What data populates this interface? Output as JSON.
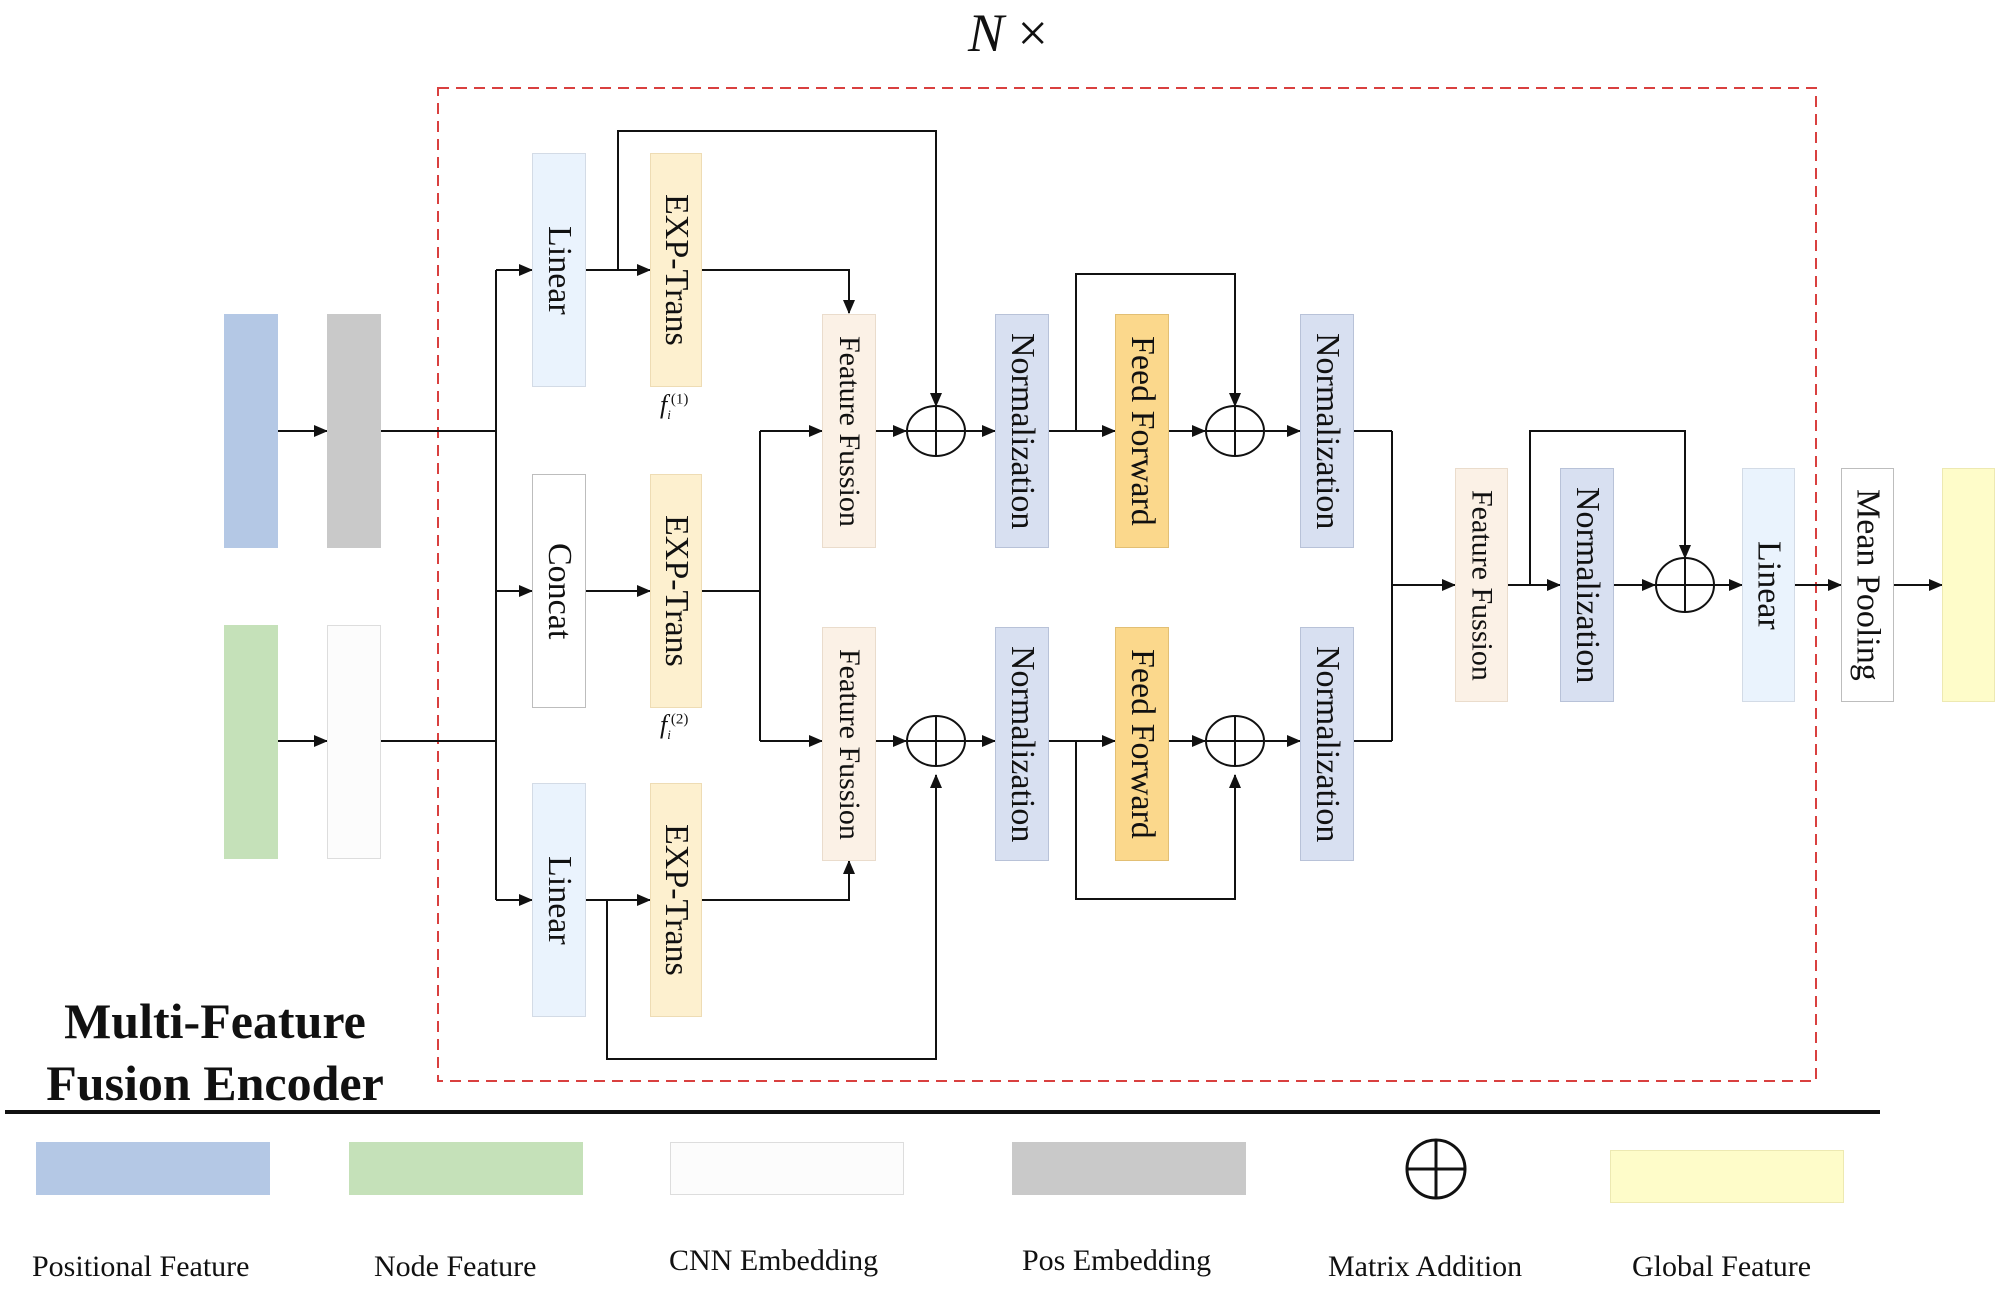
{
  "header": {
    "repeat_symbol": "N",
    "repeat_times": "×"
  },
  "title_line1": "Multi-Feature",
  "title_line2": "Fusion Encoder",
  "inputs": {
    "positional": "",
    "pos_embedding": "",
    "node": "",
    "cnn_embedding": ""
  },
  "branch_top": {
    "linear": "Linear",
    "exp": "EXP-Trans",
    "exp_sub": "f",
    "exp_sub_sub": "i",
    "exp_sub_sup": "(1)"
  },
  "branch_mid": {
    "concat": "Concat",
    "exp": "EXP-Trans",
    "exp_sub": "f",
    "exp_sub_sub": "i",
    "exp_sub_sup": "(2)"
  },
  "branch_bot": {
    "linear": "Linear",
    "exp": "EXP-Trans"
  },
  "upper_path": {
    "fusion": "Feature Fussion",
    "norm1": "Normalization",
    "ff": "Feed Forward",
    "norm2": "Normalization"
  },
  "lower_path": {
    "fusion": "Feature Fussion",
    "norm1": "Normalization",
    "ff": "Feed Forward",
    "norm2": "Normalization"
  },
  "tail": {
    "fusion": "Feature Fussion",
    "norm": "Normalization",
    "linear": "Linear",
    "pooling": "Mean Pooling"
  },
  "legend": [
    {
      "label": "Positional Feature",
      "color": "#b4c8e5"
    },
    {
      "label": "Node Feature",
      "color": "#c5e1b9"
    },
    {
      "label": "CNN Embedding",
      "color": "#fcfcfc"
    },
    {
      "label": "Pos Embedding",
      "color": "#c9c9c9"
    },
    {
      "label": "Matrix Addition",
      "icon": "circle-plus"
    },
    {
      "label": "Global Feature",
      "color": "#fefcc9"
    }
  ],
  "colors": {
    "dashed_border": "#d9403f",
    "lines": "#111111"
  }
}
